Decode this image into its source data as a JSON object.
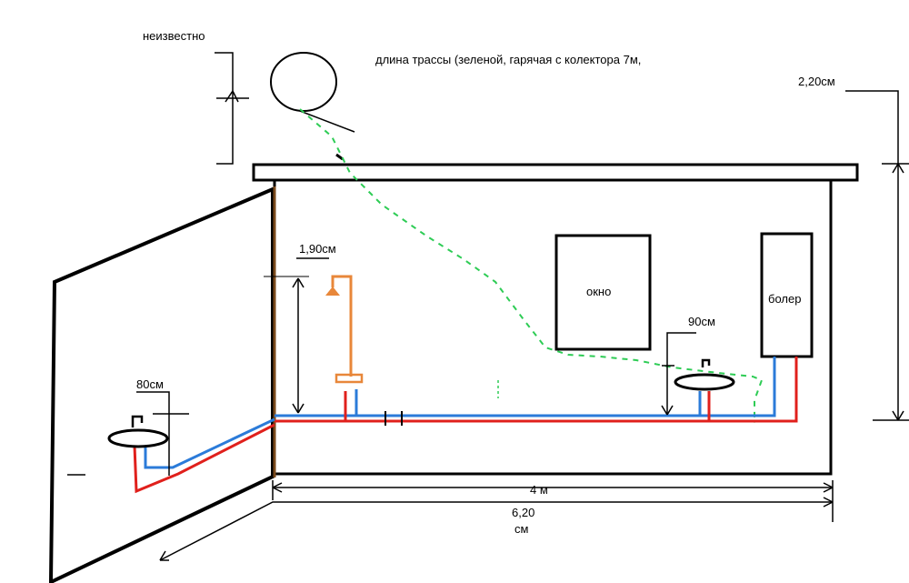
{
  "labels": {
    "unknown": "неизвестно",
    "route_length": "длина трассы (зеленой, гарячая с колектора 7м,",
    "height_right": "2,20см",
    "shower_height": "1,90см",
    "window": "окно",
    "boiler": "болер",
    "sink_right_height": "90см",
    "sink_left_height": "80см",
    "length_4m": "4 м",
    "length_620_top": "6,20",
    "length_620_bottom": "см"
  },
  "colors": {
    "outline": "#000000",
    "hot_pipe": "#e0201c",
    "cold_pipe": "#2b7bd9",
    "collector_route": "#2ecc55",
    "shower": "#e8873a",
    "door_edge": "#7a4a1c"
  }
}
